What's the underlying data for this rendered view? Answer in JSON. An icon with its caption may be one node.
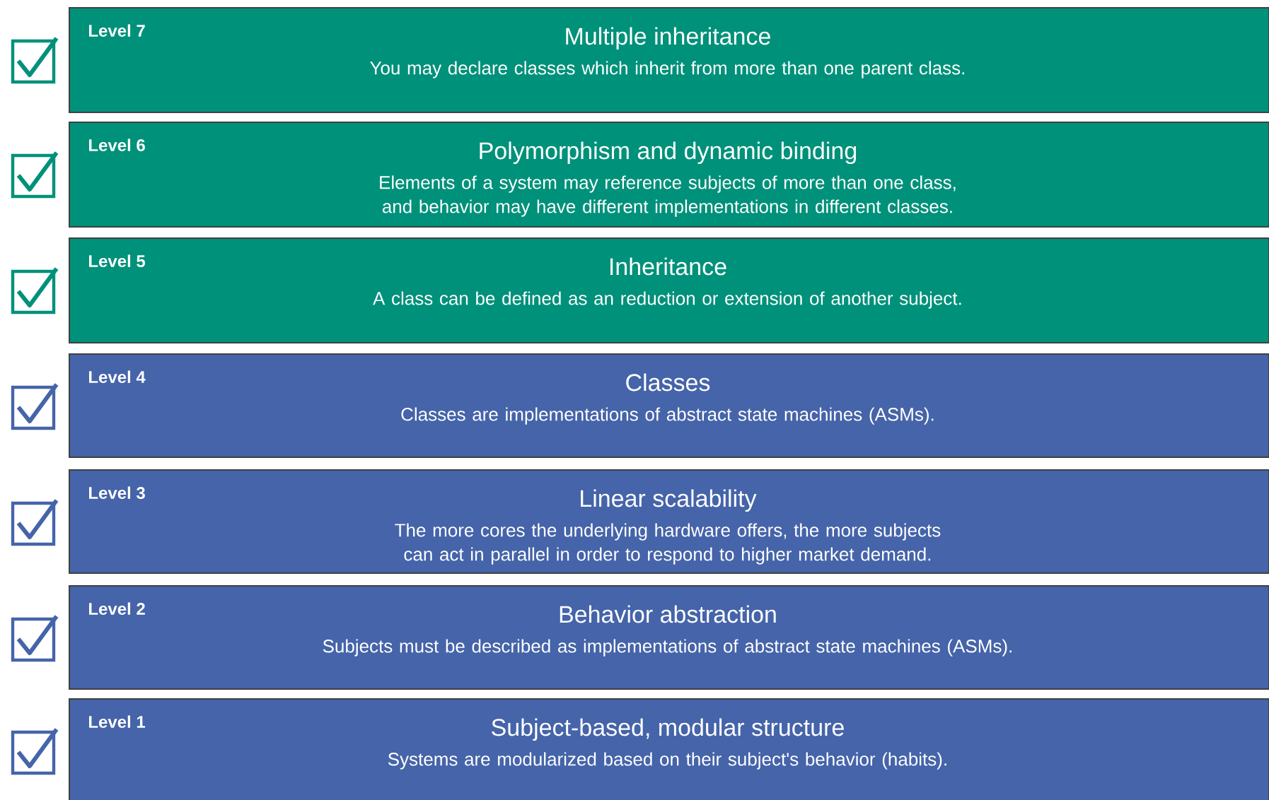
{
  "diagram": {
    "nodes": [
      {
        "text": [
          "Level 7",
          "Multiple inheritance",
          "You may declare classes which inherit from more than one parent class."
        ]
      },
      {
        "text": [
          "Level 6",
          "Polymorphism and dynamic binding",
          "Elements of a system may reference subjects of more than one class, and behavior may have different implementations in different classes."
        ]
      },
      {
        "text": [
          "Level 5",
          "Inheritance",
          "A class can be defined as an reduction or extension of another subject."
        ]
      },
      {
        "text": [
          "Level 4",
          "Classes",
          "Classes are implementations of abstract state machines (ASMs)."
        ]
      },
      {
        "text": [
          "Level 3",
          "Linear scalability",
          "The more cores the underlying hardware offers, the more subjects can act in parallel in order to respond to higher market demand."
        ]
      },
      {
        "text": [
          "Level 2",
          "Behavior abstraction",
          "Subjects must be described as implementations of abstract state machines (ASMs)."
        ]
      },
      {
        "text": [
          "Level 1",
          "Subject-based, modular structure",
          "Systems are modularized based on their subject's behavior (habits)."
        ]
      }
    ]
  }
}
